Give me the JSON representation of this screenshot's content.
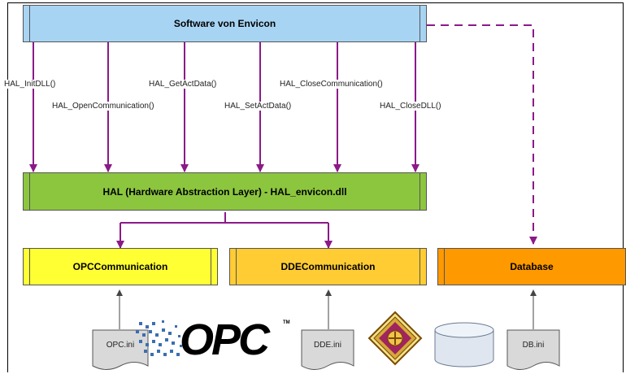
{
  "boxes": {
    "envicon": "Software von Envicon",
    "hal": "HAL (Hardware Abstraction Layer) - HAL_envicon.dll",
    "opc": "OPCCommunication",
    "dde": "DDECommunication",
    "database": "Database"
  },
  "functions": {
    "initdll": "HAL_InitDLL()",
    "opencomm": "HAL_OpenCommunication()",
    "getact": "HAL_GetActData()",
    "setact": "HAL_SetActData()",
    "closecomm": "HAL_CloseCommunication()",
    "closedll": "HAL_CloseDLL()"
  },
  "files": {
    "opc": "OPC.ini",
    "dde": "DDE.ini",
    "db": "DB.ini"
  },
  "logos": {
    "opc": "OPC",
    "opc_tm": "TM"
  },
  "colors": {
    "envicon": "#a8d4f4",
    "hal": "#8cc63f",
    "opc": "#ffff33",
    "dde": "#ffcc33",
    "database": "#ff9900",
    "arrow": "#8b1a89"
  }
}
